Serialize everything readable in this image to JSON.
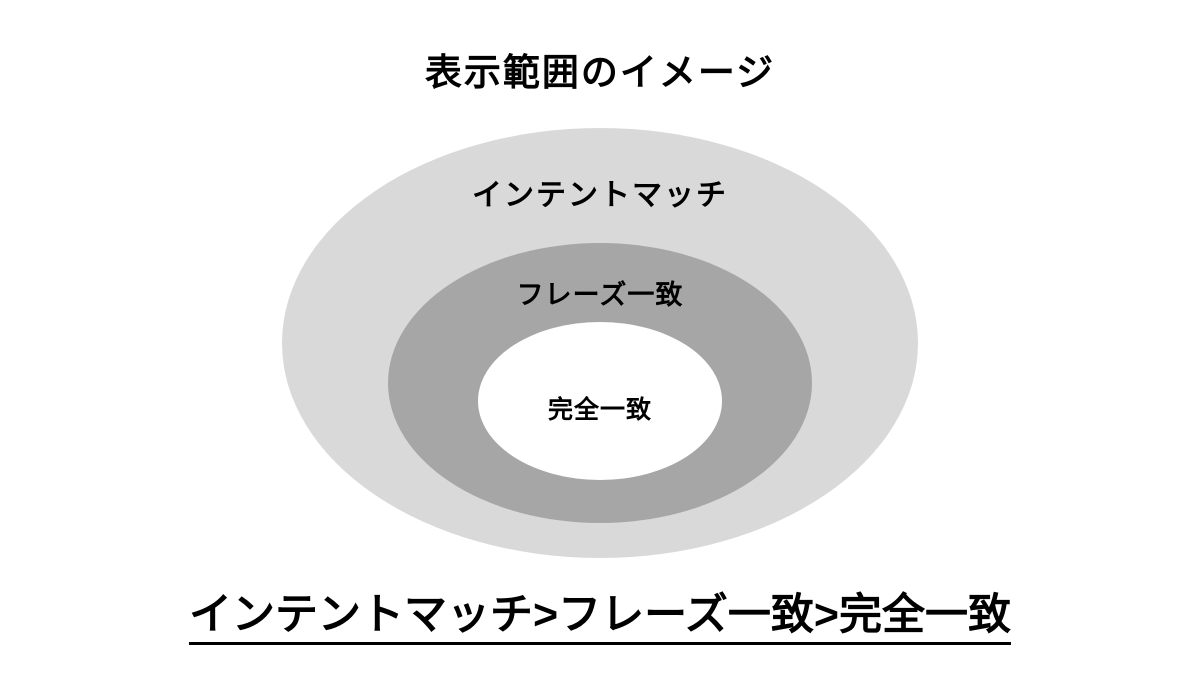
{
  "title": "表示範囲のイメージ",
  "diagram": {
    "rings": [
      {
        "name": "intent-match",
        "label": "インテントマッチ",
        "color": "#d9d9d9"
      },
      {
        "name": "phrase-match",
        "label": "フレーズ一致",
        "color": "#a6a6a6"
      },
      {
        "name": "exact-match",
        "label": "完全一致",
        "color": "#ffffff"
      }
    ]
  },
  "caption": "インテントマッチ>フレーズ一致>完全一致",
  "colors": {
    "background": "#ffffff",
    "text": "#000000",
    "underline": "#000000"
  }
}
